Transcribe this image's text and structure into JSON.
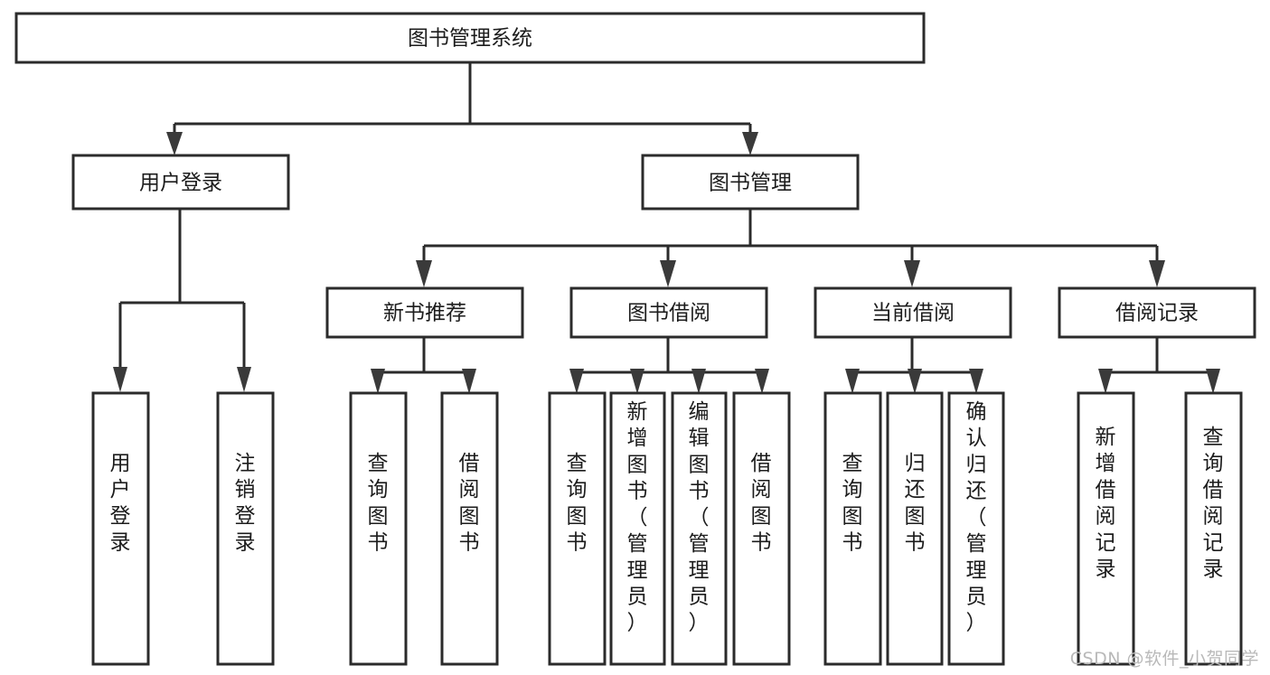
{
  "diagram": {
    "title": "图书管理系统",
    "watermark": "CSDN @软件_小贺同学",
    "levels": {
      "root": {
        "label": "图书管理系统"
      },
      "level2": [
        {
          "id": "user-login",
          "label": "用户登录"
        },
        {
          "id": "book-management",
          "label": "图书管理"
        }
      ],
      "level3": [
        {
          "id": "new-book-recommend",
          "label": "新书推荐"
        },
        {
          "id": "book-borrow",
          "label": "图书借阅"
        },
        {
          "id": "current-borrow",
          "label": "当前借阅"
        },
        {
          "id": "borrow-record",
          "label": "借阅记录"
        }
      ],
      "leaves": [
        {
          "id": "leaf-user-login",
          "label": "用户登录",
          "parent": "user-login"
        },
        {
          "id": "leaf-logout-login",
          "label": "注销登录",
          "parent": "user-login"
        },
        {
          "id": "leaf-query-book-1",
          "label": "查询图书",
          "parent": "new-book-recommend"
        },
        {
          "id": "leaf-borrow-book-1",
          "label": "借阅图书",
          "parent": "new-book-recommend"
        },
        {
          "id": "leaf-query-book-2",
          "label": "查询图书",
          "parent": "book-borrow"
        },
        {
          "id": "leaf-add-book",
          "label": "新增图书（管理员）",
          "parent": "book-borrow"
        },
        {
          "id": "leaf-edit-book",
          "label": "编辑图书（管理员）",
          "parent": "book-borrow"
        },
        {
          "id": "leaf-borrow-book-2",
          "label": "借阅图书",
          "parent": "book-borrow"
        },
        {
          "id": "leaf-query-book-3",
          "label": "查询图书",
          "parent": "current-borrow"
        },
        {
          "id": "leaf-return-book",
          "label": "归还图书",
          "parent": "current-borrow"
        },
        {
          "id": "leaf-confirm-return",
          "label": "确认归还（管理员）",
          "parent": "current-borrow"
        },
        {
          "id": "leaf-add-record",
          "label": "新增借阅记录",
          "parent": "borrow-record"
        },
        {
          "id": "leaf-query-record",
          "label": "查询借阅记录",
          "parent": "borrow-record"
        }
      ]
    },
    "colors": {
      "stroke": "#2b2b2b",
      "fill": "#ffffff",
      "text": "#1c1c1c",
      "watermark": "#b9b9b9"
    }
  }
}
